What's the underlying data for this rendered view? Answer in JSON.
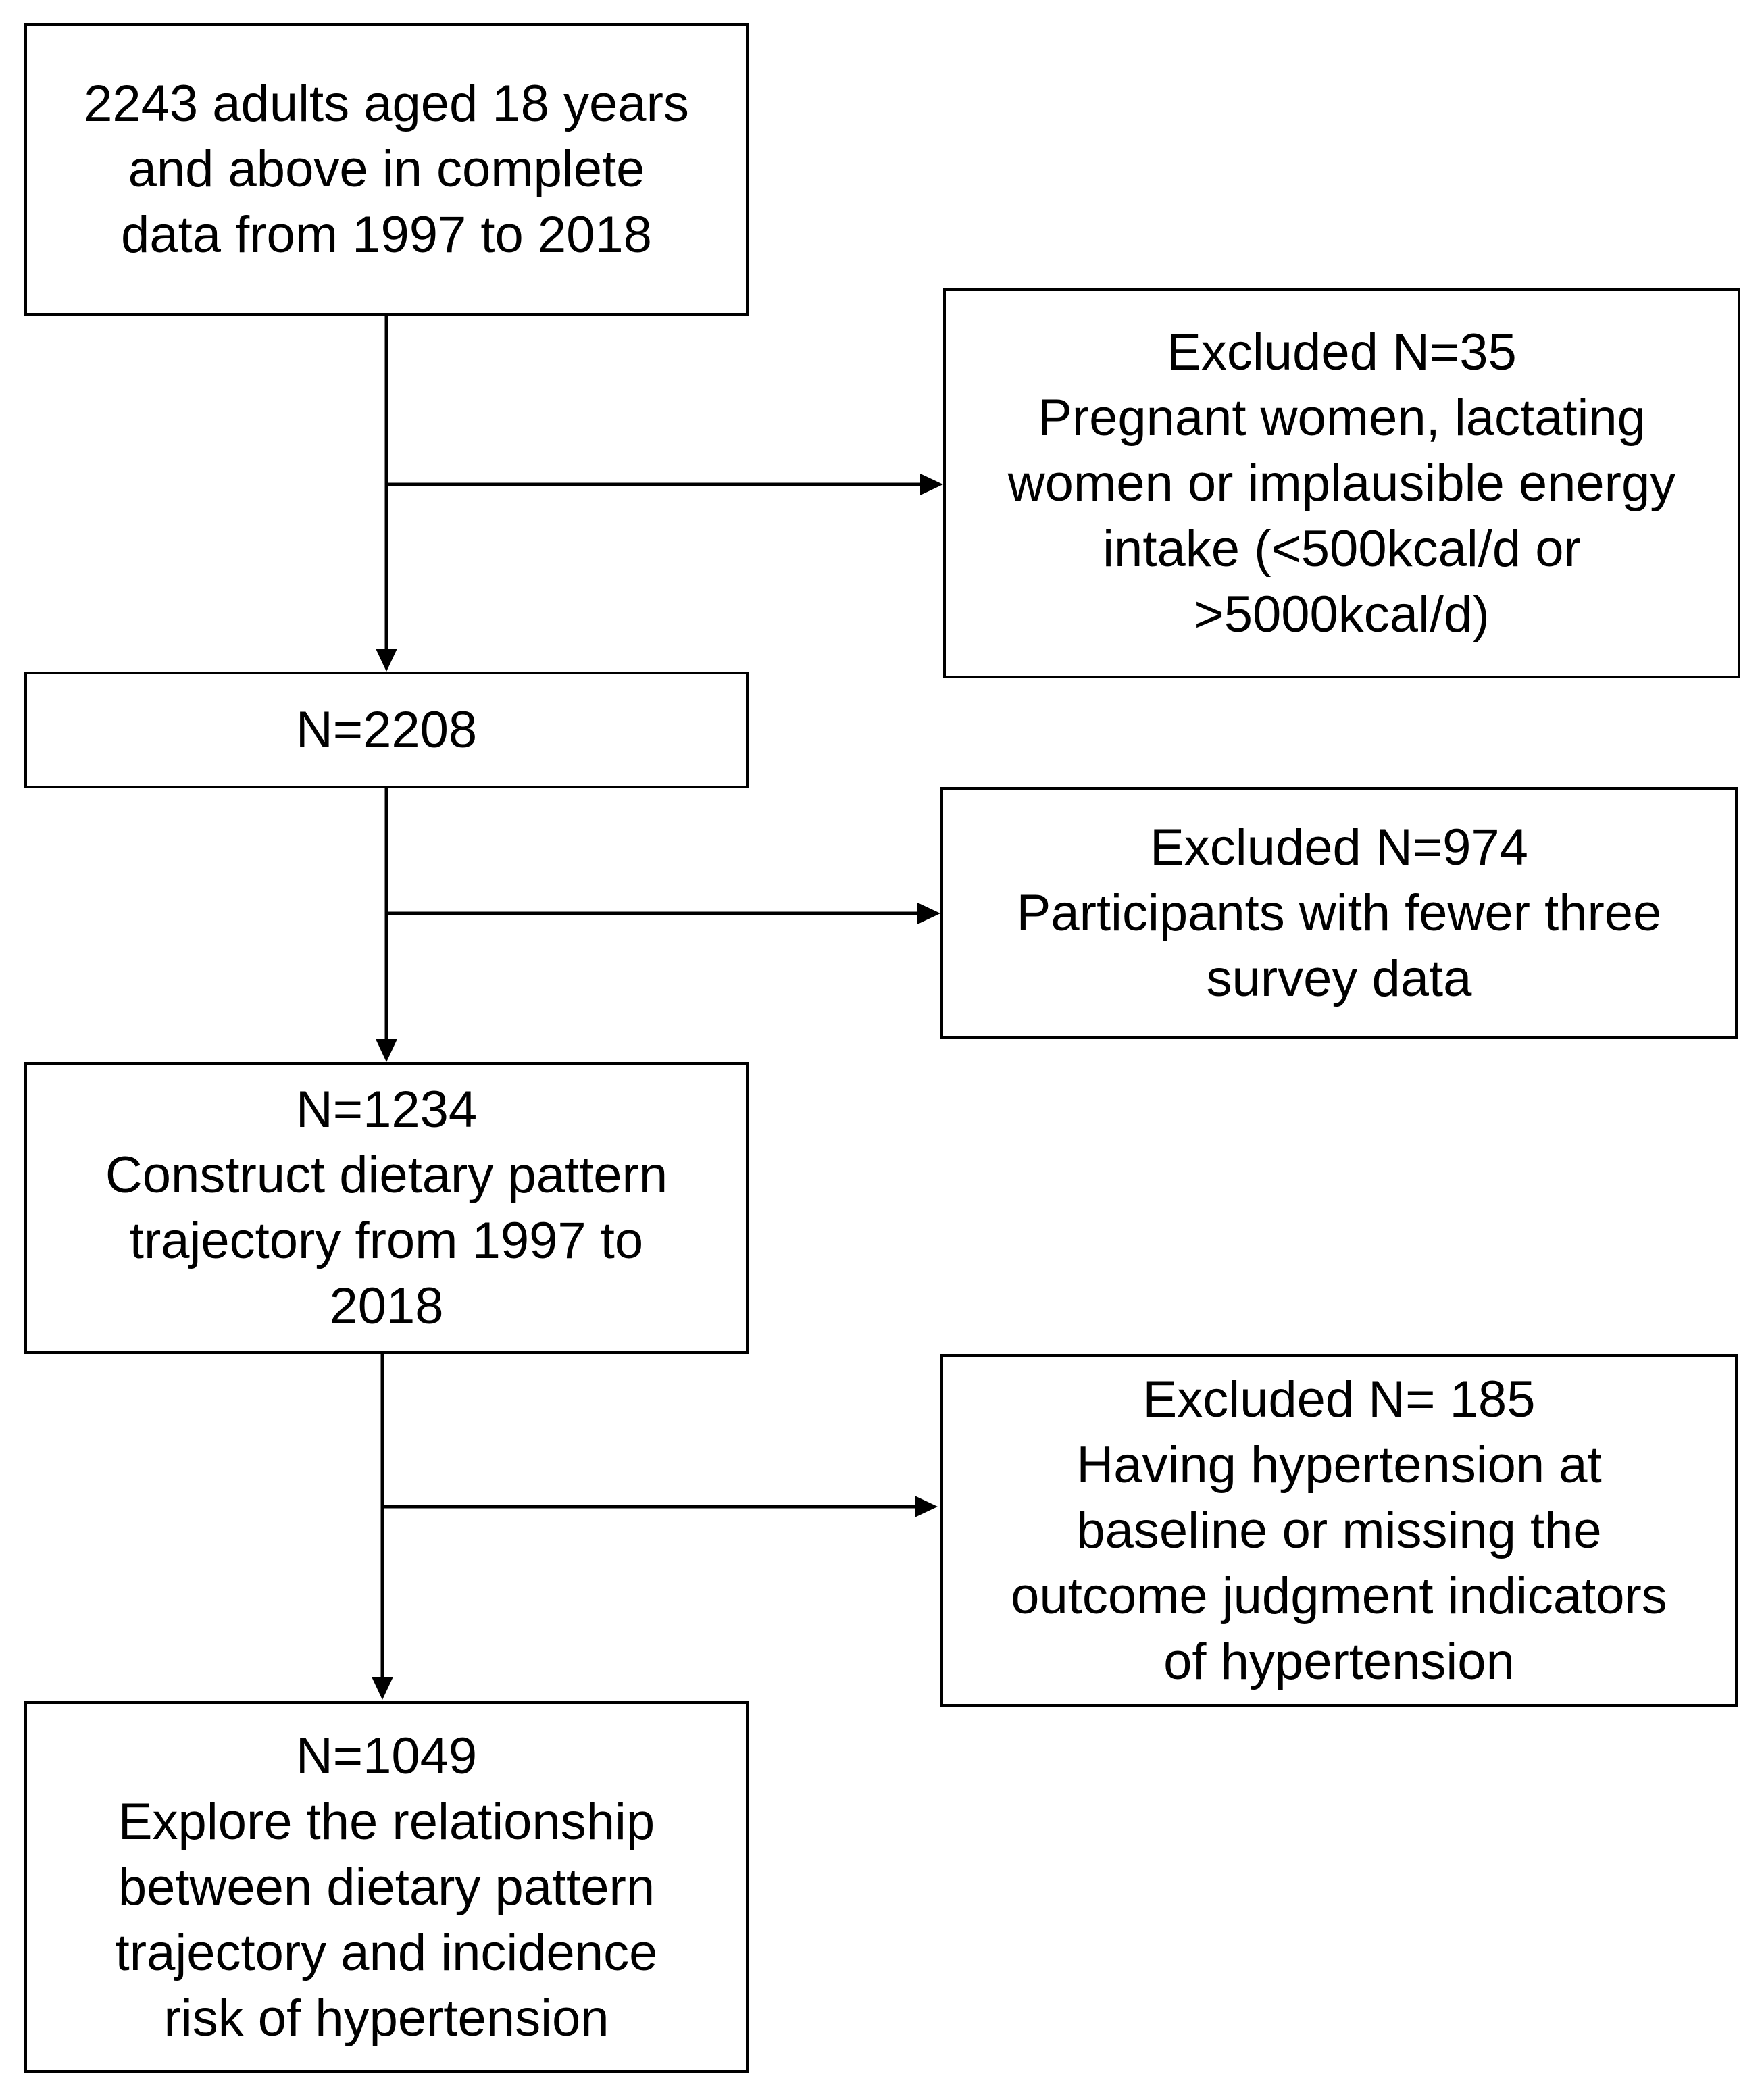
{
  "flowchart": {
    "steps": [
      {
        "lines": [
          "2243 adults aged 18 years",
          "and above in complete",
          "data from 1997 to 2018"
        ]
      },
      {
        "lines": [
          "N=2208"
        ]
      },
      {
        "lines": [
          "N=1234",
          "Construct dietary pattern",
          "trajectory from 1997 to",
          "2018"
        ]
      },
      {
        "lines": [
          "N=1049",
          "Explore the relationship",
          "between dietary pattern",
          "trajectory and incidence",
          "risk of hypertension"
        ]
      }
    ],
    "exclusions": [
      {
        "lines": [
          "Excluded N=35",
          "Pregnant women, lactating",
          "women or implausible energy",
          "intake (<500kcal/d or",
          ">5000kcal/d)"
        ]
      },
      {
        "lines": [
          "Excluded N=974",
          "Participants with fewer three",
          "survey data"
        ]
      },
      {
        "lines": [
          "Excluded N= 185",
          "Having hypertension at",
          "baseline or missing the",
          "outcome judgment indicators",
          "of hypertension"
        ]
      }
    ]
  }
}
